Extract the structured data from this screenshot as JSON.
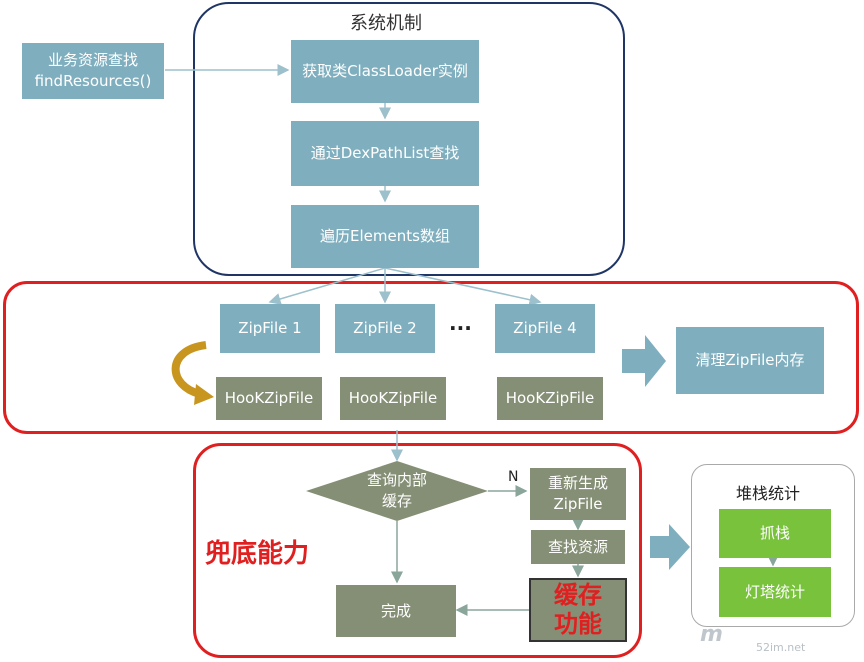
{
  "system": {
    "title": "系统机制",
    "get_classloader": "获取类ClassLoader实例",
    "dexpathlist": "通过DexPathList查找",
    "elements": "遍历Elements数组"
  },
  "business": {
    "label": "业务资源查找\nfindResources()"
  },
  "zip": {
    "items": [
      "ZipFile 1",
      "ZipFile 2",
      "ZipFile 4"
    ],
    "ellipsis": "···",
    "hooks": [
      "HooKZipFile",
      "HooKZipFile",
      "HooKZipFile"
    ],
    "clean": "清理ZipFile内存"
  },
  "fallback": {
    "title": "兜底能力",
    "decision": "查询内部\n缓存",
    "no_label": "N",
    "regen": "重新生成\nZipFile",
    "find": "查找资源",
    "cache": "缓存\n功能",
    "done": "完成"
  },
  "stack": {
    "title": "堆栈统计",
    "grab": "抓栈",
    "lighthouse": "灯塔统计"
  },
  "watermark": "52im.net",
  "colors": {
    "blue_box": "#7fafbf",
    "olive_box": "#858f75",
    "green_box": "#79c23c",
    "red_frame": "#e02020",
    "navy_frame": "#1f3566"
  }
}
